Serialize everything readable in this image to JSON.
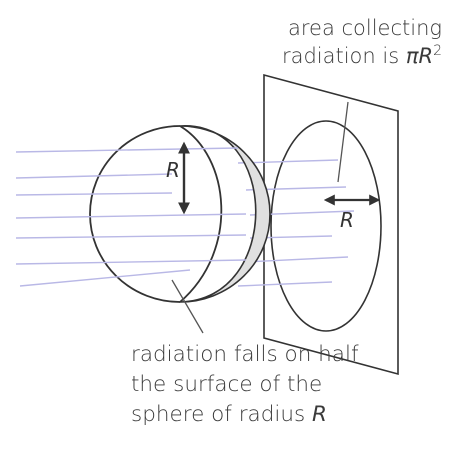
{
  "labels": {
    "area_line1": "area collecting",
    "area_line2_prefix": "radiation is ",
    "area_pi": "π",
    "area_r": "R",
    "area_exp": "2",
    "bottom_line1": "radiation falls on half",
    "bottom_line2": "the surface of the",
    "bottom_line3_prefix": "sphere of radius ",
    "bottom_line3_var": "R",
    "sphere_radius": "R",
    "disk_radius": "R"
  },
  "colors": {
    "ray": "#b9b8e6",
    "outline": "#333333",
    "shadow_fill": "#e0e0e0",
    "text": "#3a3a3a"
  }
}
